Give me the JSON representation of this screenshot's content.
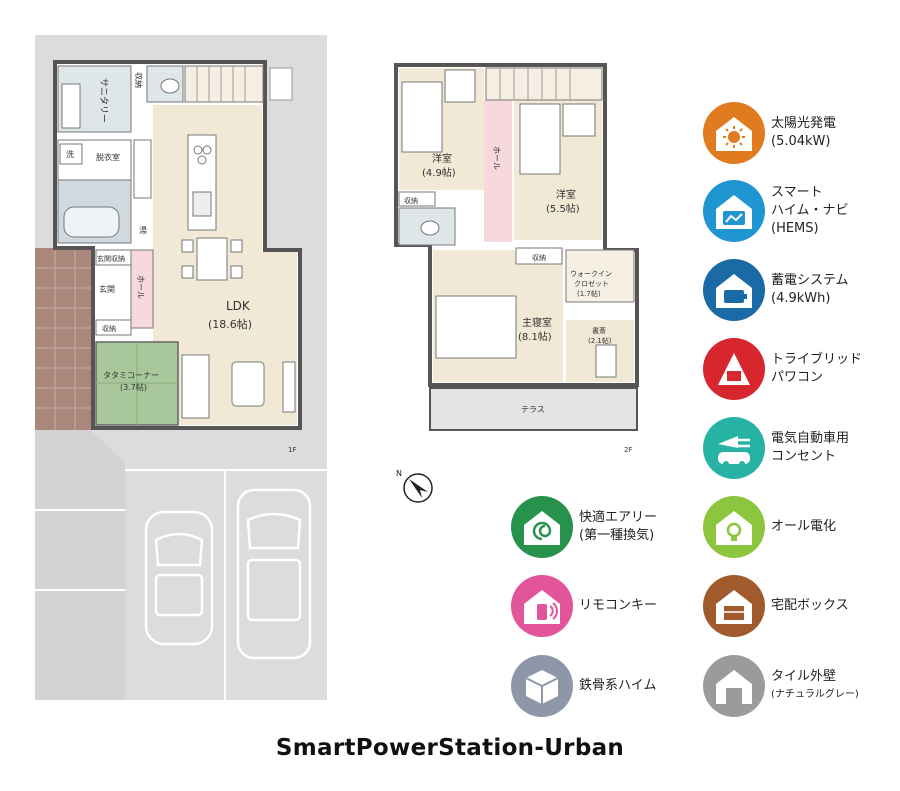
{
  "floor1": {
    "rooms": {
      "sanitary": "サニタリー",
      "storage_top": "収納",
      "wash": "洗",
      "dressing": "脱衣室",
      "hole_small": "湯",
      "entrance_storage": "玄関収納",
      "entrance": "玄関",
      "hall": "ホール",
      "storage_bottom": "収納",
      "ldk_name": "LDK",
      "ldk_size": "(18.6帖)",
      "tatami_name": "タタミコーナー",
      "tatami_size": "(3.7帖)"
    },
    "floor_label": "1F"
  },
  "floor2": {
    "rooms": {
      "western1_name": "洋室",
      "western1_size": "(4.9帖)",
      "storage1": "収納",
      "hall": "ホール",
      "western2_name": "洋室",
      "western2_size": "(5.5帖)",
      "storage2": "収納",
      "walkin_line1": "ウォークイン",
      "walkin_line2": "クロゼット",
      "walkin_size": "(1.7帖)",
      "master_name": "主寝室",
      "master_size": "(8.1帖)",
      "study_name": "書斎",
      "study_size": "(2.1帖)",
      "terrace": "テラス"
    },
    "floor_label": "2F"
  },
  "features": [
    {
      "icon": "solar-panel-icon",
      "color": "#e07b1f",
      "lines": [
        "太陽光発電",
        "(5.04kW)"
      ]
    },
    {
      "icon": "smart-hems-icon",
      "color": "#1f95d1",
      "lines": [
        "スマート",
        "ハイム・ナビ",
        "(HEMS)"
      ]
    },
    {
      "icon": "storage-battery-icon",
      "color": "#1a6aa6",
      "lines": [
        "蓄電システム",
        "(4.9kWh)"
      ]
    },
    {
      "icon": "tribrid-power-icon",
      "color": "#d7262d",
      "lines": [
        "トライブリッド",
        "パワコン"
      ]
    },
    {
      "icon": "ev-outlet-icon",
      "color": "#27b3a3",
      "lines": [
        "電気自動車用",
        "コンセント"
      ]
    },
    {
      "icon": "air-ventilation-icon",
      "color": "#27924b",
      "lines": [
        "快適エアリー",
        "(第一種換気)"
      ]
    },
    {
      "icon": "all-electric-icon",
      "color": "#8cc63f",
      "lines": [
        "オール電化"
      ]
    },
    {
      "icon": "remote-key-icon",
      "color": "#e2559a",
      "lines": [
        "リモコンキー"
      ]
    },
    {
      "icon": "delivery-box-icon",
      "color": "#a05a2c",
      "lines": [
        "宅配ボックス"
      ]
    },
    {
      "icon": "steel-frame-icon",
      "color": "#8e97a8",
      "lines": [
        "鉄骨系ハイム"
      ]
    },
    {
      "icon": "tile-exterior-icon",
      "color": "#9b9b9b",
      "lines": [
        "タイル外壁",
        "(ナチュラルグレー)"
      ]
    }
  ],
  "title": "SmartPowerStation-Urban"
}
